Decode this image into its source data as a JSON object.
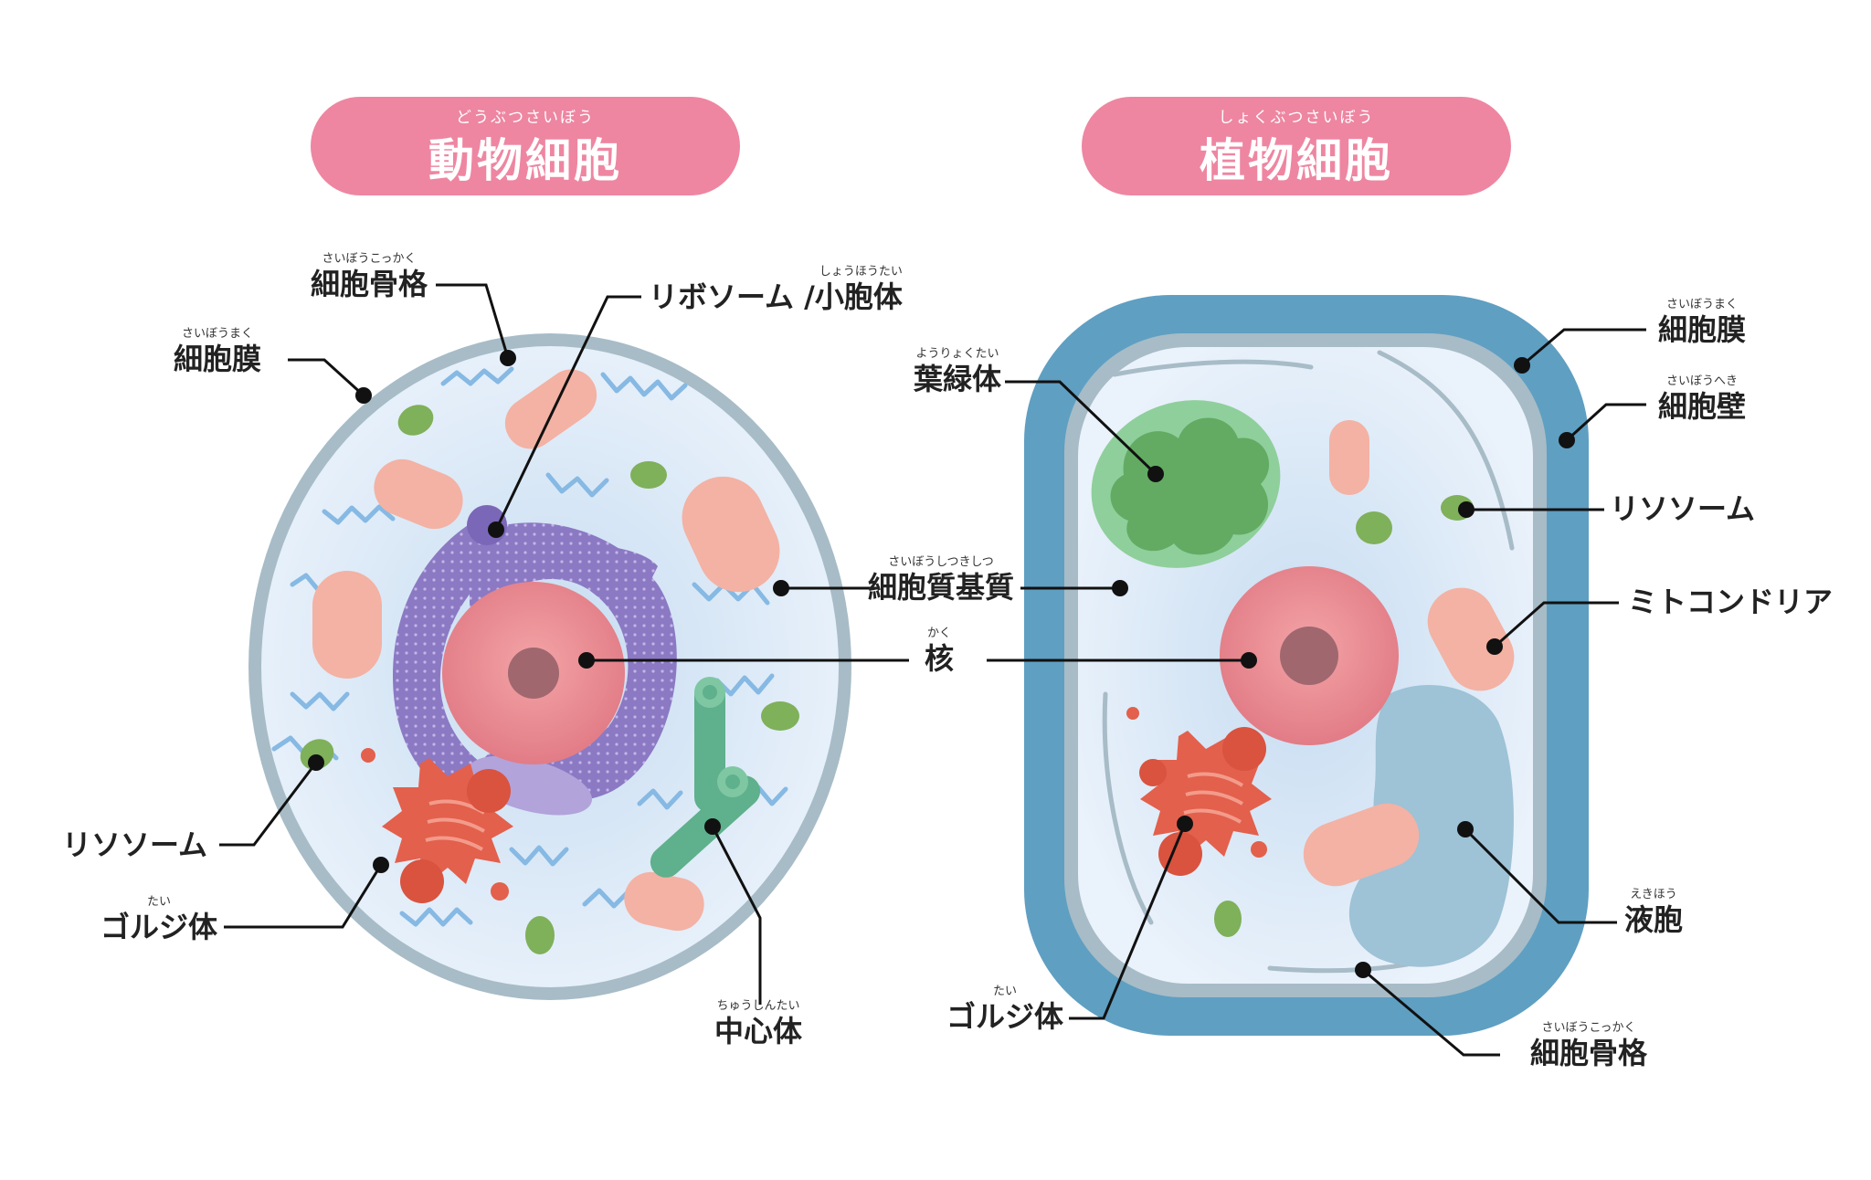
{
  "colors": {
    "title_pill": "#ee86a1",
    "cytoplasm": "#dbe9f6",
    "membrane": "#a7bcc7",
    "cell_wall": "#5f9fc2",
    "nucleus": "#ec8a91",
    "nucleolus": "#a0676f",
    "er": "#8b79c4",
    "mitochondria": "#f3b2a4",
    "lysosome": "#7fb05a",
    "golgi": "#e3604c",
    "centrosome": "#5fb08c",
    "chloroplast": "#63ab63",
    "vacuole": "#9ec2d6",
    "cytoskeleton": "#86b9e3",
    "leader_line": "#111111"
  },
  "animal_cell": {
    "title": {
      "ruby": "どうぶつさいぼう",
      "text": "動物細胞"
    },
    "labels": [
      {
        "id": "cytoskeleton",
        "ruby": "さいぼうこっかく",
        "text": "細胞骨格"
      },
      {
        "id": "cell-membrane",
        "ruby": "さいぼうまく",
        "text": "細胞膜"
      },
      {
        "id": "ribosome",
        "ruby": "しょうほうたい",
        "text": "リボソーム /小胞体"
      },
      {
        "id": "lysosome",
        "ruby": "",
        "text": "リソソーム"
      },
      {
        "id": "golgi",
        "ruby": "たい",
        "text": "ゴルジ体"
      },
      {
        "id": "centrosome",
        "ruby": "ちゅうしんたい",
        "text": "中心体"
      }
    ]
  },
  "shared_labels": [
    {
      "id": "cytoplasm",
      "ruby": "さいぼうしつきしつ",
      "text": "細胞質基質"
    },
    {
      "id": "nucleus",
      "ruby": "かく",
      "text": "核"
    }
  ],
  "plant_cell": {
    "title": {
      "ruby": "しょくぶつさいぼう",
      "text": "植物細胞"
    },
    "labels": [
      {
        "id": "chloroplast",
        "ruby": "ようりょくたい",
        "text": "葉緑体"
      },
      {
        "id": "cell-membrane",
        "ruby": "さいぼうまく",
        "text": "細胞膜"
      },
      {
        "id": "cell-wall",
        "ruby": "さいぼうへき",
        "text": "細胞壁"
      },
      {
        "id": "lysosome",
        "ruby": "",
        "text": "リソソーム"
      },
      {
        "id": "mitochondria",
        "ruby": "",
        "text": "ミトコンドリア"
      },
      {
        "id": "vacuole",
        "ruby": "えきほう",
        "text": "液胞"
      },
      {
        "id": "cytoskeleton",
        "ruby": "さいぼうこっかく",
        "text": "細胞骨格"
      },
      {
        "id": "golgi",
        "ruby": "たい",
        "text": "ゴルジ体"
      }
    ]
  }
}
